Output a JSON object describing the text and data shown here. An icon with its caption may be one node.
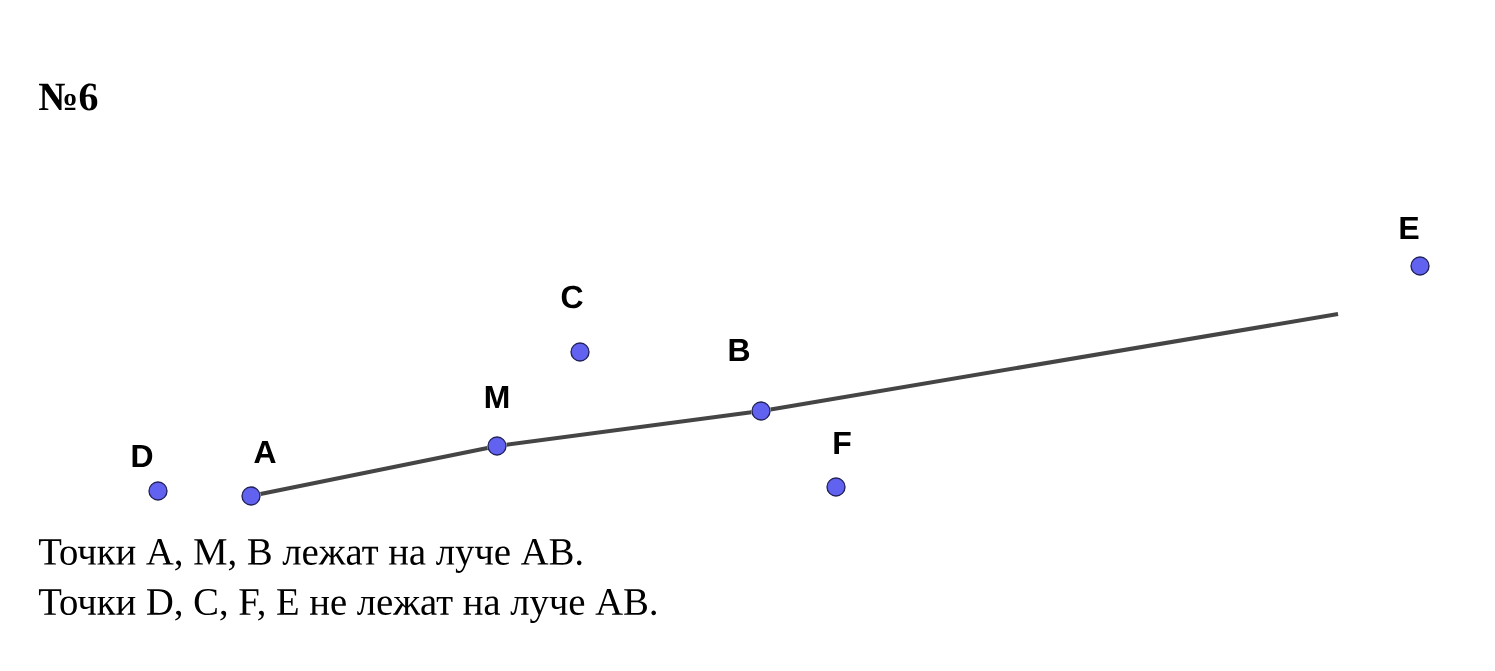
{
  "diagram": {
    "title": "№6",
    "nodes": [
      {
        "text": [],
        "shape": "circle",
        "beside": [
          "A"
        ]
      },
      {
        "text": [],
        "shape": "circle",
        "beside": [
          "M"
        ]
      },
      {
        "text": [],
        "shape": "circle",
        "beside": [
          "B"
        ]
      },
      {
        "text": [],
        "shape": "circle",
        "beside": [
          "C"
        ]
      },
      {
        "text": [],
        "shape": "circle",
        "beside": [
          "D"
        ]
      },
      {
        "text": [],
        "shape": "circle",
        "beside": [
          "F"
        ]
      },
      {
        "text": [],
        "shape": "circle",
        "beside": [
          "E"
        ]
      }
    ],
    "edges": [
      {
        "from": 0,
        "to": 1,
        "arrow": "none"
      },
      {
        "from": 1,
        "to": 2,
        "arrow": "none"
      },
      {
        "from": 2,
        "to": null,
        "arrow": "none"
      }
    ],
    "labels": [
      "Точки A, M, B лежат на луче AB.",
      "Точки  D, C, F, E не лежат на луче AB."
    ]
  }
}
